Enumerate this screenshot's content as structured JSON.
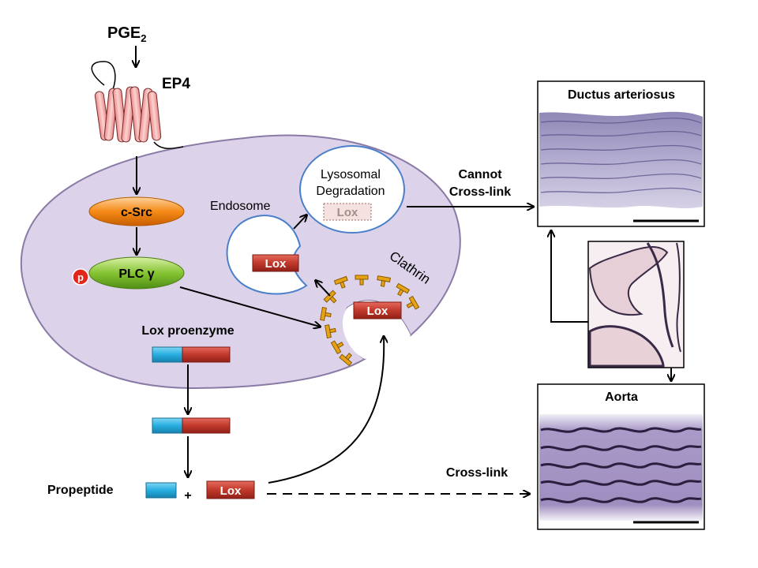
{
  "ligand": {
    "label": "PGE",
    "subscript": "2"
  },
  "receptor": {
    "label": "EP4"
  },
  "kinase": {
    "label": "c-Src"
  },
  "plc": {
    "label": "PLC γ",
    "phospho": "p"
  },
  "proenzyme": {
    "label": "Lox proenzyme"
  },
  "cleavage": {
    "propeptide_label": "Propeptide",
    "plus": "+",
    "lox_label": "Lox"
  },
  "endosome": {
    "label": "Endosome",
    "lox_label": "Lox"
  },
  "lysosome": {
    "line1": "Lysosomal",
    "line2": "Degradation",
    "lox_label": "Lox"
  },
  "clathrin": {
    "label": "Clathrin",
    "lox_label": "Lox"
  },
  "outcomes": {
    "cannot_line1": "Cannot",
    "cannot_line2": "Cross-link",
    "crosslink": "Cross-link"
  },
  "panels": {
    "ductus_title": "Ductus arteriosus",
    "aorta_title": "Aorta"
  },
  "colors": {
    "cell": "#dcd3ea",
    "cell_border": "#8a7aa6",
    "csrc": "#f07f12",
    "plc": "#7fbf2a",
    "lox": "#c0392b",
    "propeptide": "#27aee0",
    "membrane_ring": "#4a7fc9",
    "clathrin": "#e6a317"
  }
}
